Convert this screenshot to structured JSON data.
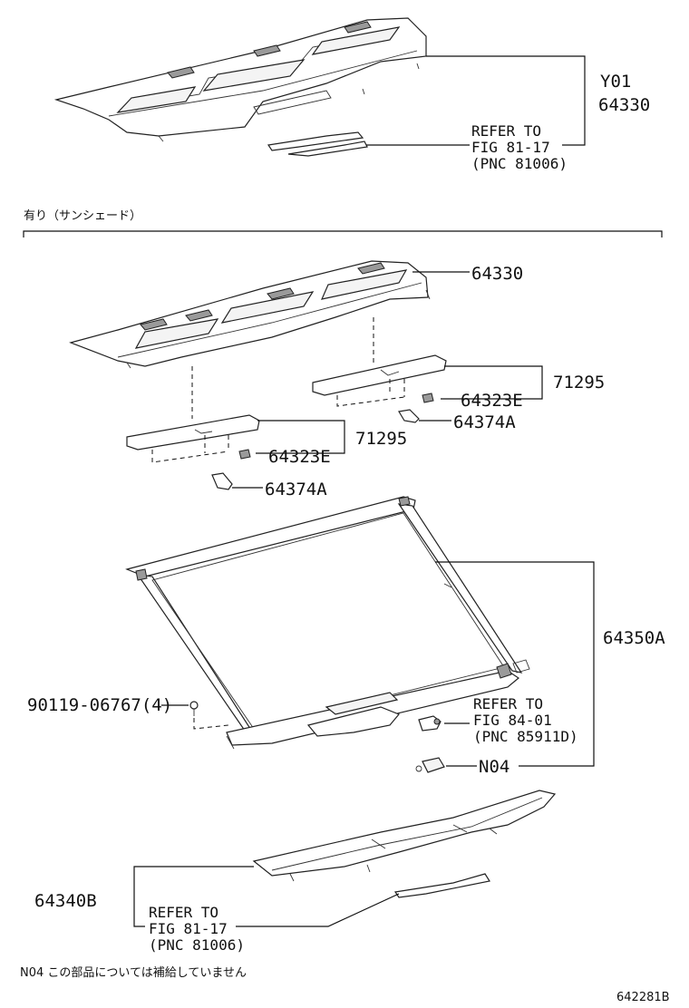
{
  "top_group": {
    "code": "Y01",
    "part": "64330",
    "refer_line1": "REFER TO",
    "refer_line2": "FIG 81-17",
    "refer_line3": "(PNC 81006)"
  },
  "section_header": "有り（サンシェード）",
  "sunshade_group": {
    "tray_part": "64330",
    "pad_right_part": "71295",
    "clip_right_part": "64323E",
    "bracket_right_part": "64374A",
    "pad_left_part": "71295",
    "clip_left_part": "64323E",
    "bracket_left_part": "64374A",
    "sunshade_part": "64350A",
    "screw_part": "90119-06767(4)",
    "refer_line1": "REFER TO",
    "refer_line2": "FIG 84-01",
    "refer_line3": "(PNC 85911D)",
    "no_supply_code": "N04"
  },
  "bottom_group": {
    "part": "64340B",
    "refer_line1": "REFER TO",
    "refer_line2": "FIG 81-17",
    "refer_line3": "(PNC 81006)"
  },
  "footnote": "N04  この部品については補給していません",
  "figure_id": "642281B"
}
